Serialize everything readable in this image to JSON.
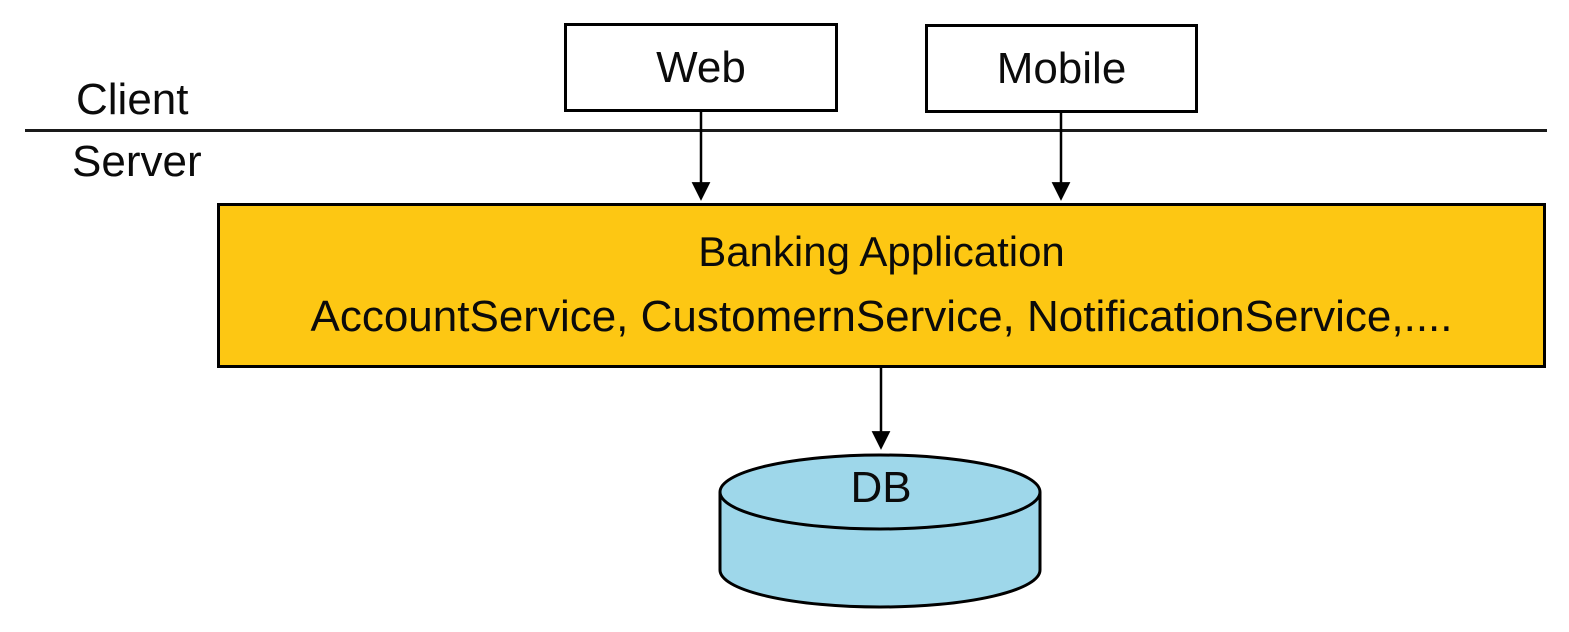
{
  "zones": {
    "client": "Client",
    "server": "Server"
  },
  "nodes": {
    "web": {
      "label": "Web"
    },
    "mobile": {
      "label": "Mobile"
    },
    "banking": {
      "title": "Banking Application",
      "services": "AccountService, CustomernService, NotificationService,...."
    },
    "db": {
      "label": "DB"
    }
  },
  "edges": [
    {
      "from": "web",
      "to": "banking-application"
    },
    {
      "from": "mobile",
      "to": "banking-application"
    },
    {
      "from": "banking-application",
      "to": "db"
    }
  ],
  "colors": {
    "banking_fill": "#FDC713",
    "db_fill": "#9ED7EA",
    "node_fill": "#FFFFFF",
    "stroke": "#000000"
  }
}
